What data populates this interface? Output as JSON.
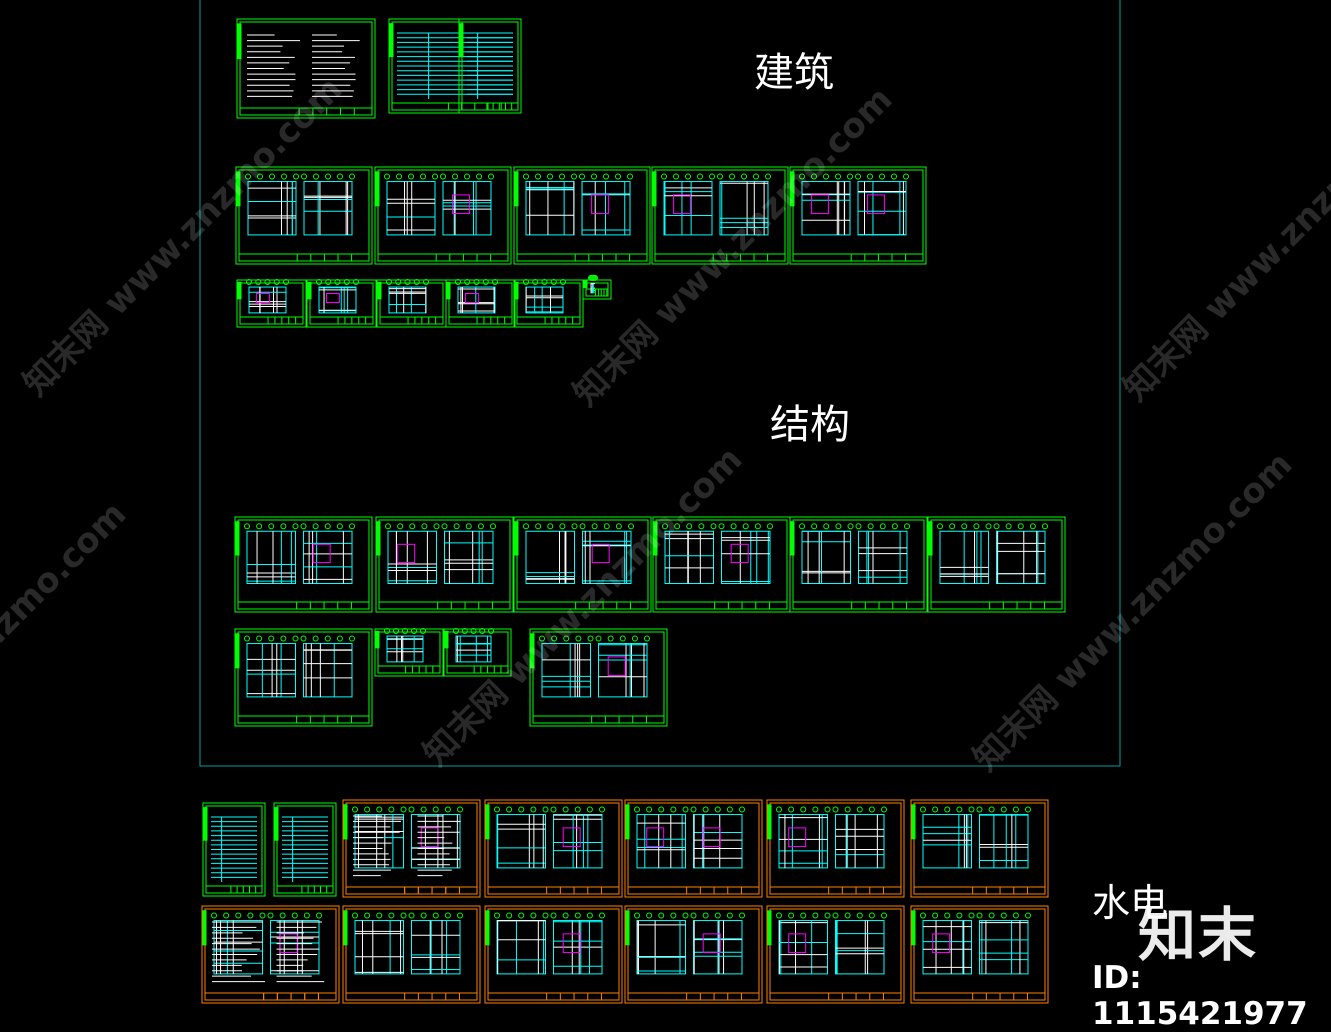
{
  "sections": {
    "architecture": "建筑",
    "structure": "结构",
    "mep": "水电"
  },
  "watermark": {
    "brand": "知末网",
    "url": "www.znzmo.com"
  },
  "logo": "知末",
  "id_text": "ID: 1115421977",
  "colors": {
    "background": "#000000",
    "frame": "#00a0a0",
    "sheet_border": "#00ff00",
    "mep_border": "#ff8000",
    "drawing": "#00ffff",
    "accent": "#ff00ff",
    "label": "#ffffff"
  }
}
